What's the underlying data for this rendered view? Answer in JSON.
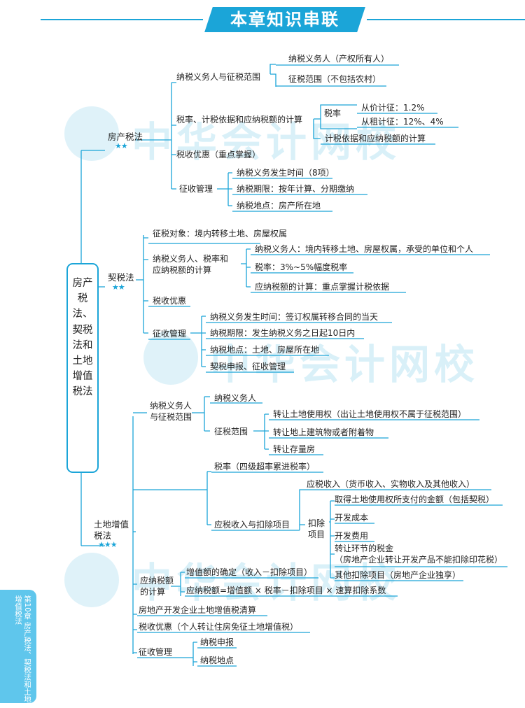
{
  "header": {
    "title": "本章知识串联"
  },
  "watermark": {
    "text": "中华会计网校"
  },
  "side_tab": {
    "chapter": "第10章",
    "subject": "房产税法、契税法和土地增值税法"
  },
  "root": {
    "label": "房产税法、契税法和土地增值税法"
  },
  "property_tax": {
    "title": "房产税法",
    "stars": "★★",
    "taxpayer_scope": "纳税义务人与征税范围",
    "taxpayer": "纳税义务人（产权所有人）",
    "scope": "征税范围（不包括农村）",
    "calc": "税率、计税依据和应纳税额的计算",
    "rate": "税率",
    "ad_valorem": "从价计征：1.2%",
    "rent_based": "从租计征：12%、4%",
    "basis": "计税依据和应纳税额的计算",
    "relief": "税收优惠（重点掌握）",
    "admin": "征收管理",
    "obligation_time": "纳税义务发生时间（8项）",
    "period": "纳税期限：按年计算、分期缴纳",
    "place": "纳税地点：房产所在地"
  },
  "deed_tax": {
    "title": "契税法",
    "stars": "★★",
    "object": "征税对象：境内转移土地、房屋权属",
    "calc": "纳税义务人、税率和应纳税额的计算",
    "taxpayer": "纳税义务人：境内转移土地、房屋权属，承受的单位和个人",
    "rate": "税率：3%~5%幅度税率",
    "amount": "应纳税额的计算：重点掌握计税依据",
    "relief": "税收优惠",
    "admin": "征收管理",
    "obligation_time": "纳税义务发生时间：签订权属转移合同的当天",
    "period": "纳税期限：发生纳税义务之日起10日内",
    "place": "纳税地点：土地、房屋所在地",
    "declare": "契税申报、征收管理"
  },
  "land_vat": {
    "title": "土地增值税法",
    "stars": "★★★",
    "taxpayer_scope": "纳税义务人与征税范围",
    "taxpayer": "纳税义务人",
    "scope": "征税范围",
    "scope_1": "转让土地使用权（出让土地使用权不属于征税范围）",
    "scope_2": "转让地上建筑物或者附着物",
    "scope_3": "转让存量房",
    "rate": "税率（四级超率累进税率）",
    "income_deduction": "应税收入与扣除项目",
    "income": "应税收入（货币收入、实物收入及其他收入）",
    "deduction": "扣除项目",
    "ded_1": "取得土地使用权所支付的金额（包括契税）",
    "ded_2": "开发成本",
    "ded_3": "开发费用",
    "ded_4": "转让环节的税金\n（房地产企业转让开发产品不能扣除印花税）",
    "ded_5": "其他扣除项目（房地产企业独享）",
    "payable": "应纳税额的计算",
    "increment": "增值额的确定（收入－扣除项目）",
    "formula": "应纳税额=增值额 × 税率－扣除项目 × 速算扣除系数",
    "clearing": "房地产开发企业土地增值税清算",
    "relief": "税收优惠（个人转让住房免征土地增值税）",
    "admin": "征收管理",
    "declare": "纳税申报",
    "place": "纳税地点"
  }
}
